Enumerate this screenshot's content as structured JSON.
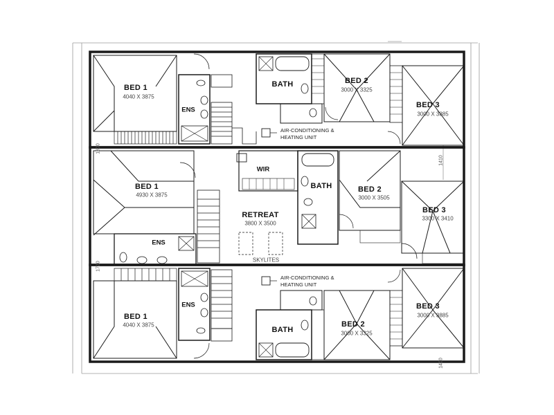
{
  "units": [
    {
      "bed1": {
        "name": "BED 1",
        "dim": "4040 X 3875"
      },
      "ens": {
        "name": "ENS"
      },
      "bath": {
        "name": "BATH"
      },
      "bed2": {
        "name": "BED 2",
        "dim": "3000 X 3325"
      },
      "bed3": {
        "name": "BED 3",
        "dim": "3000 X 3885"
      },
      "ac": [
        "AIR-CONDITIONING &",
        "HEATING UNIT"
      ]
    },
    {
      "bed1": {
        "name": "BED 1",
        "dim": "4930 X 3875"
      },
      "wir": {
        "name": "WIR"
      },
      "bath": {
        "name": "BATH"
      },
      "bed2": {
        "name": "BED 2",
        "dim": "3000 X 3505"
      },
      "bed3": {
        "name": "BED 3",
        "dim": "3300 X 3410"
      },
      "retreat": {
        "name": "RETREAT",
        "dim": "3800 X 3500"
      },
      "ens": {
        "name": "ENS"
      },
      "skylites": "SKYLITES"
    },
    {
      "bed1": {
        "name": "BED 1",
        "dim": "4040 X 3875"
      },
      "ens": {
        "name": "ENS"
      },
      "bath": {
        "name": "BATH"
      },
      "bed2": {
        "name": "BED 2",
        "dim": "3000 X 3325"
      },
      "bed3": {
        "name": "BED 3",
        "dim": "3000 X 3885"
      },
      "ac": [
        "AIR-CONDITIONING &",
        "HEATING UNIT"
      ]
    }
  ],
  "side_marks": [
    "1800",
    "1720",
    "1410",
    "1400"
  ],
  "colors": {
    "wall": "#1a1a1a",
    "line": "#333333",
    "bg": "#ffffff"
  }
}
